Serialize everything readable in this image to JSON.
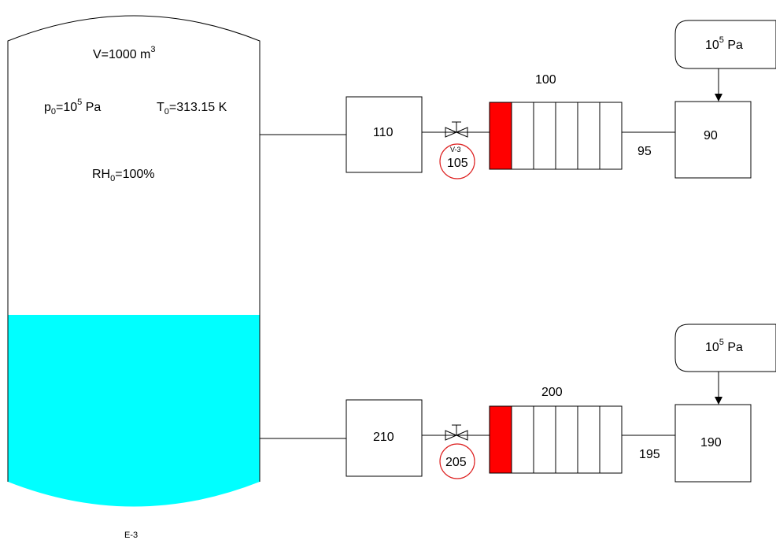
{
  "colors": {
    "liquid": "#00ffff",
    "valve_circle": "#dd2020",
    "active_cell": "#ff0000",
    "line": "#000000"
  },
  "tank": {
    "tag": "E-3",
    "volume_label": "V=1000 m",
    "volume_sup": "3",
    "pressure_p": "p",
    "pressure_sub": "0",
    "pressure_eq": "=10",
    "pressure_exp": "5",
    "pressure_unit": " Pa",
    "temp_t": "T",
    "temp_sub": "0",
    "temp_rest": "=313.15 K",
    "rh_main": "RH",
    "rh_sub": "0",
    "rh_rest": "=100%"
  },
  "line1": {
    "node_in": "110",
    "valve_tag": "V-3",
    "valve_id": "105",
    "pipe_label": "100",
    "junction_label": "95",
    "node_out": "90",
    "boundary_base": "10",
    "boundary_exp": "5",
    "boundary_unit": " Pa"
  },
  "line2": {
    "node_in": "210",
    "valve_id": "205",
    "pipe_label": "200",
    "junction_label": "195",
    "node_out": "190",
    "boundary_base": "10",
    "boundary_exp": "5",
    "boundary_unit": " Pa"
  }
}
